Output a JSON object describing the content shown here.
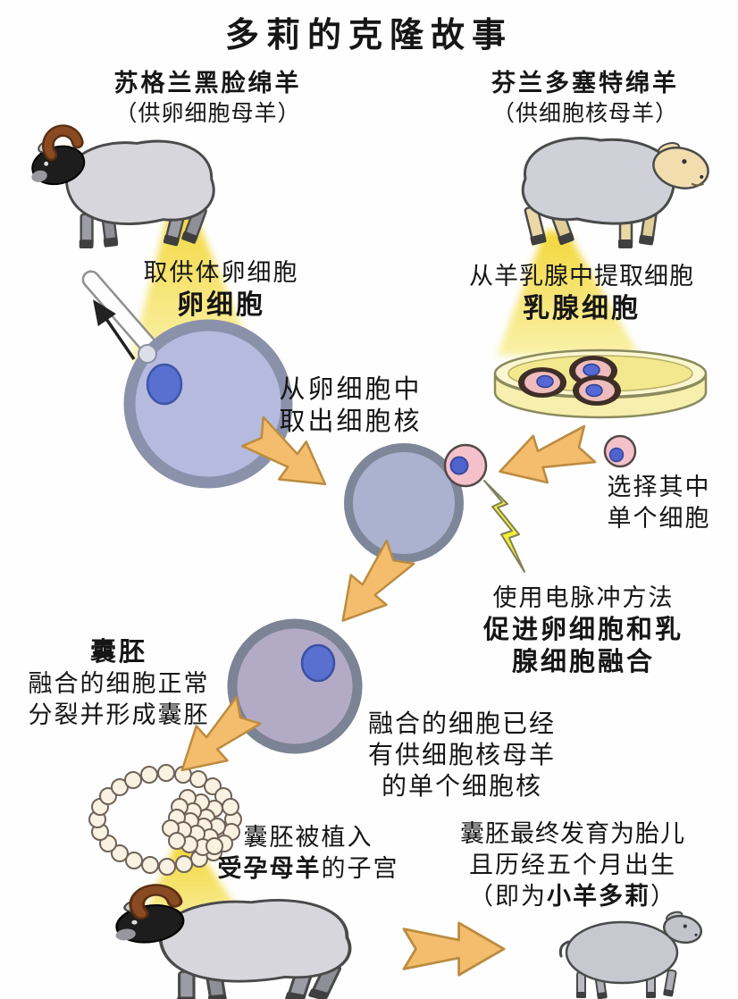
{
  "title": "多莉的克隆故事",
  "donors": {
    "egg_donor": {
      "name": "苏格兰黑脸绵羊",
      "role": "（供卵细胞母羊）"
    },
    "nucleus_donor": {
      "name": "芬兰多塞特绵羊",
      "role": "（供细胞核母羊）"
    }
  },
  "labels": {
    "take_egg": {
      "line1": "取供体卵细胞",
      "line2": "卵细胞"
    },
    "extract_mammary": {
      "line1": "从羊乳腺中提取细胞",
      "line2": "乳腺细胞"
    },
    "remove_nucleus": {
      "line1": "从卵细胞中",
      "line2": "取出细胞核"
    },
    "select_cell": {
      "line1": "选择其中",
      "line2": "单个细胞"
    },
    "electric_pulse": {
      "line1": "使用电脉冲方法",
      "line2": "促进卵细胞和乳",
      "line3": "腺细胞融合"
    },
    "blastocyst": {
      "title": "囊胚",
      "line1": "融合的细胞正常",
      "line2": "分裂并形成囊胚"
    },
    "fused_cell": {
      "line1": "融合的细胞已经",
      "line2": "有供细胞核母羊",
      "line3": "的单个细胞核"
    },
    "implant": {
      "line1": "囊胚被植入",
      "line2_bold": "受孕母羊",
      "line2_rest": "的子宫"
    },
    "birth": {
      "line1": "囊胚最终发育为胎儿",
      "line2": "且历经五个月出生",
      "line3_pre": "（即为",
      "line3_bold": "小羊多莉",
      "line3_post": "）"
    }
  },
  "illustrations": [
    "blackface-ewe",
    "dorset-ewe",
    "light-beam",
    "micropipette",
    "egg-cell",
    "petri-dish-with-mammary-cells",
    "single-mammary-cell",
    "enucleated-egg-cell",
    "electric-spark",
    "fused-cell",
    "blastocyst",
    "surrogate-ewe",
    "dolly-lamb",
    "orange-arrow"
  ],
  "colors": {
    "beam_yellow": "#f2d73c",
    "arrow_orange": "#f4bd6e",
    "arrow_outline": "#bc8c40",
    "egg_cell_fill": "#b6badf",
    "egg_ring": "#8a91ab",
    "enucleated_fill": "#abb2d0",
    "fused_cell_fill": "#b3aac6",
    "nucleus_blue": "#5a70d0",
    "mammary_cell_pink": "#f4c1cb",
    "dish_cell_ring": "#3f2e27",
    "petri_dish_yellow": "#f4e88f",
    "lightning_yellow": "#f2ee35",
    "sheep_body_grey": "#d6d6dc",
    "blackface_head": "#1d1d1d",
    "horn_brown": "#8a4a22",
    "dorset_face_cream": "#f1ddae",
    "text_black": "#161616"
  }
}
